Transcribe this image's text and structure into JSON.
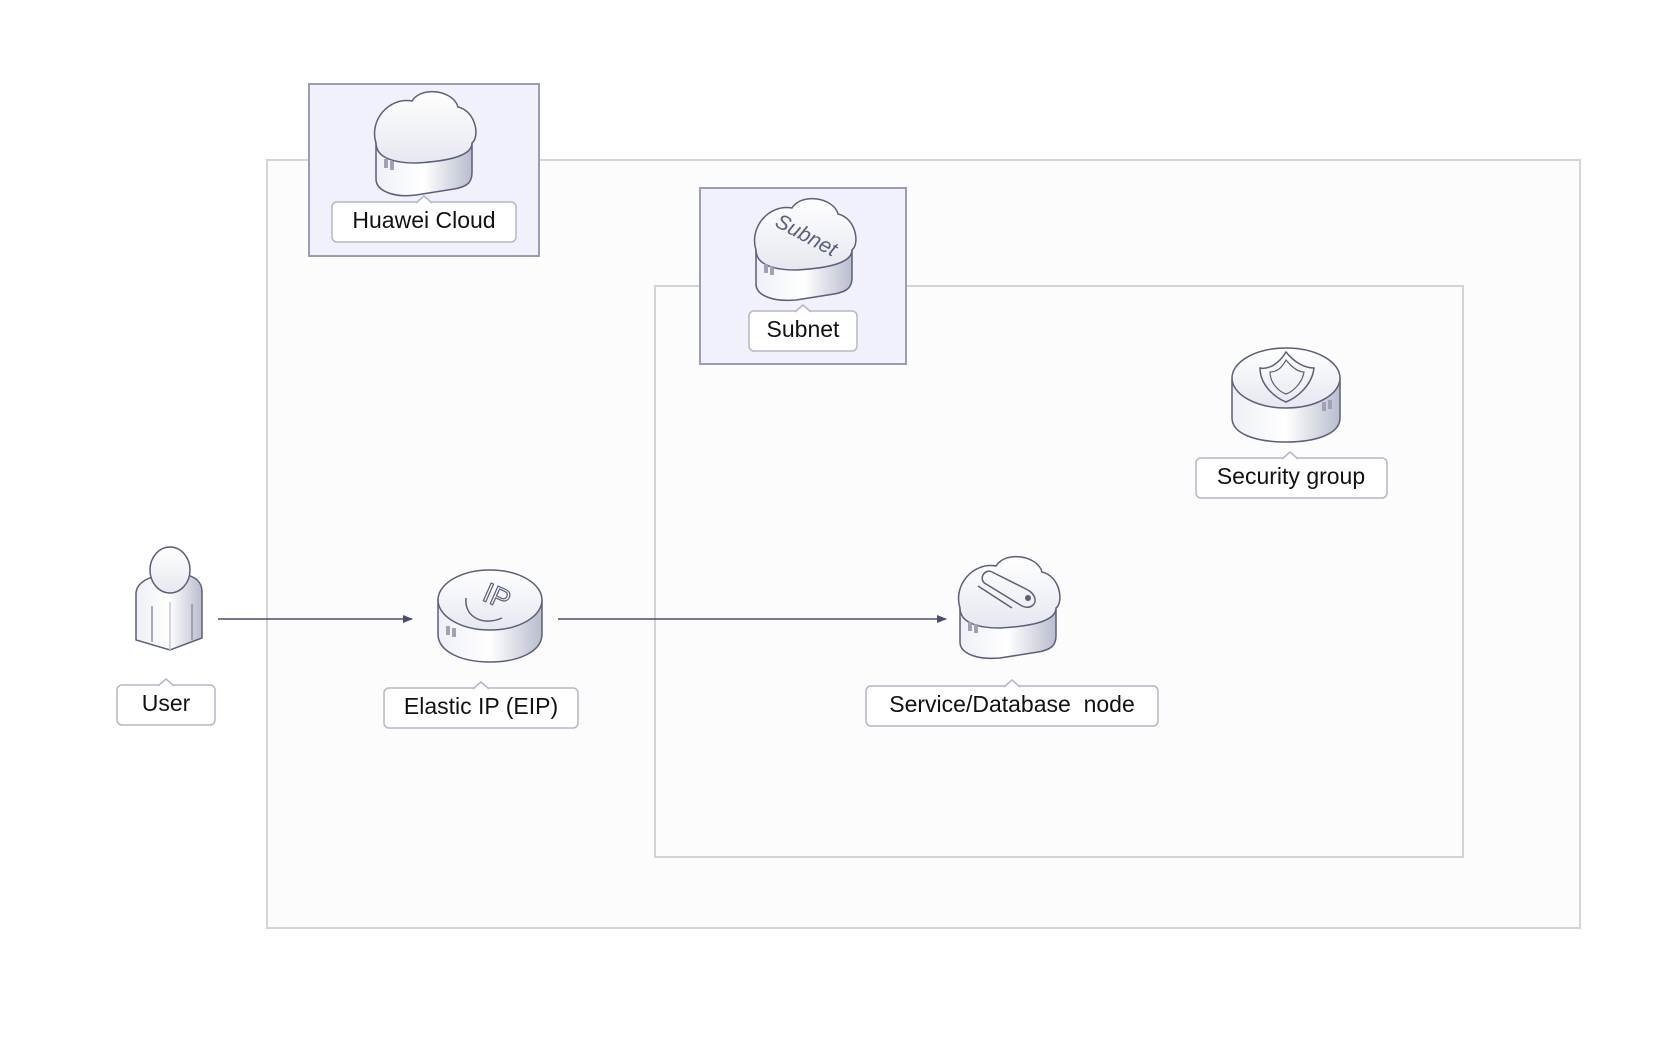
{
  "title": "",
  "colors": {
    "region_border": "#d2d4da",
    "region_fill": "#fcfcfd",
    "badge_border": "#9a9db8",
    "badge_fill": "#f0f1fb",
    "label_border": "#b4b7c6",
    "arrow": "#4a4e68",
    "icon_light": "#f3f4f8",
    "icon_shadow": "#c3c7d6",
    "icon_outline": "#5a5f7a"
  },
  "nodes": {
    "huawei_cloud": {
      "label": "Huawei Cloud",
      "icon": "cloud-icon"
    },
    "subnet": {
      "label": "Subnet",
      "icon_text": "Subnet",
      "icon": "subnet-cloud-icon"
    },
    "security_group": {
      "label": "Security group",
      "icon": "shield-icon"
    },
    "user": {
      "label": "User",
      "icon": "user-icon"
    },
    "eip": {
      "label": "Elastic IP (EIP)",
      "icon_text": "IP",
      "icon": "elastic-ip-icon"
    },
    "service_node": {
      "label": "Service/Database  node",
      "icon": "service-node-icon"
    }
  },
  "edges": [
    {
      "from": "User",
      "to": "Elastic IP (EIP)"
    },
    {
      "from": "Elastic IP (EIP)",
      "to": "Service/Database  node"
    }
  ]
}
